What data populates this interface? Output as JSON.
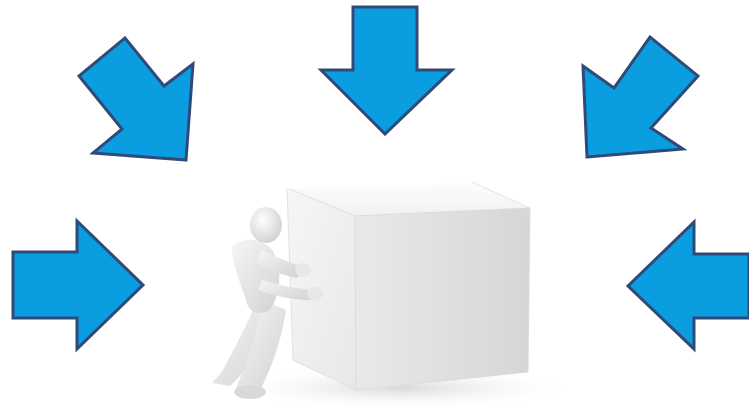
{
  "illustration": {
    "arrow_count": 5,
    "arrow_directions": [
      "down-right",
      "down",
      "down-left",
      "right",
      "left"
    ],
    "center_object": "3d-figure-pushing-cube"
  },
  "colors": {
    "arrow_fill": "#0a9de0",
    "arrow_stroke": "#2f4a78",
    "background": "#ffffff",
    "cube_top": "#f5f5f5",
    "cube_front": "#f0f0f0",
    "cube_side": "#e1e1e1",
    "figure_body": "#ececec",
    "shadow": "#d8d8d8"
  },
  "icons": {
    "arrows": "arrow-icon",
    "figure": "person-figure-icon",
    "cube": "cube-icon"
  }
}
